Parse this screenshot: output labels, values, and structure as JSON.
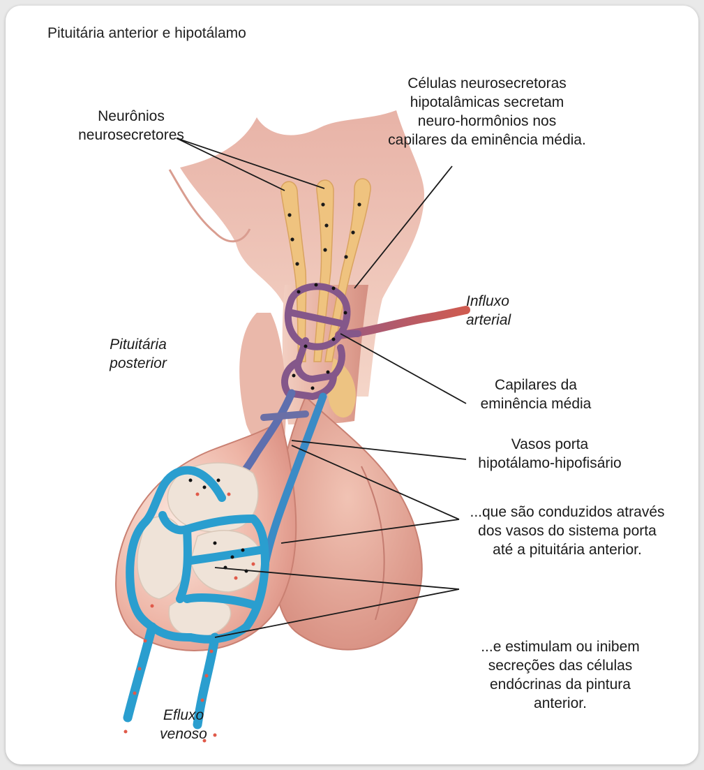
{
  "figure": {
    "title": "Pituitária anterior e hipotálamo"
  },
  "labels": {
    "neurosecretory_neurons": "Neurônios\nneurosecretores",
    "hypothalamic_cells": "Células neurosecretoras\nhipotalâmicas secretam\nneuro-hormônios nos\ncapilares da eminência média.",
    "arterial_inflow": "Influxo\narterial",
    "posterior_pituitary": "Pituitária\nposterior",
    "median_eminence_capillaries": "Capilares da\neminência média",
    "portal_vessels": "Vasos porta\nhipotálamo-hipofisário",
    "conducted": "...que são conduzidos através\ndos vasos do sistema porta\naté a pituitária anterior.",
    "stimulate_inhibit": "...e estimulam ou inibem\nsecreções das células\nendócrinas da pintura\nanterior.",
    "venous_outflow": "Efluxo\nvenoso"
  },
  "colors": {
    "tissue_light": "#f6d9cc",
    "tissue_mid": "#e9aa9a",
    "tissue_dark": "#c97e74",
    "neuron": "#efc37f",
    "capillary_purple": "#8a5a8c",
    "portal_blue": "#2f9fd0",
    "artery_red": "#c8584f",
    "cell_fill": "#efe5dc"
  }
}
